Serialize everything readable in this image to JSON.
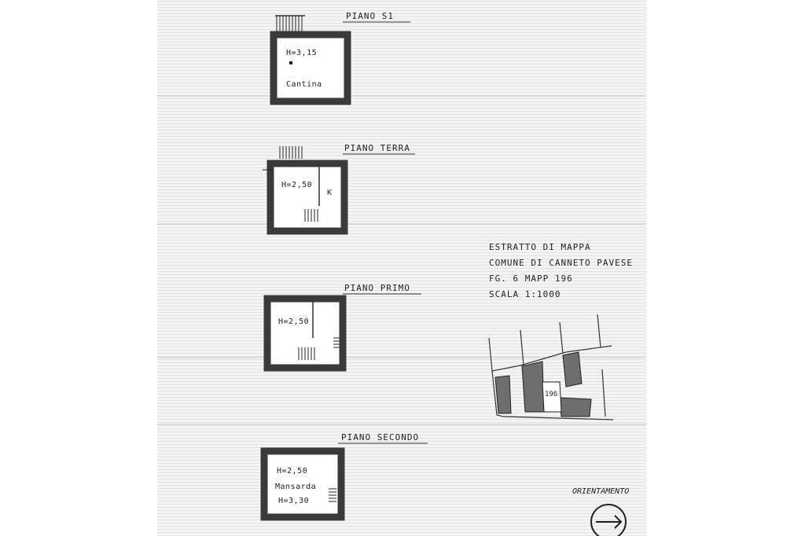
{
  "plans": {
    "s1": {
      "title": "PIANO S1",
      "height": "H=3,15",
      "room": "Cantina"
    },
    "terra": {
      "title": "PIANO TERRA",
      "height": "H=2,50",
      "room": "K"
    },
    "primo": {
      "title": "PIANO PRIMO",
      "height": "H=2,50"
    },
    "secondo": {
      "title": "PIANO SECONDO",
      "height_min": "H=2,50",
      "room": "Mansarda",
      "height_max": "H=3,30"
    }
  },
  "map_extract": {
    "line1": "ESTRATTO DI MAPPA",
    "line2": "COMUNE DI CANNETO PAVESE",
    "line3": "FG. 6 MAPP 196",
    "line4": "SCALA 1:1000",
    "parcel_label": "196"
  },
  "orientation": {
    "label": "ORIENTAMENTO"
  },
  "colors": {
    "wall": "#3a3a3a",
    "parcel": "#6e6e6e",
    "paper": "#f4f4f4",
    "ink": "#222222"
  },
  "icons": {
    "orientation": "north-arrow-icon"
  }
}
